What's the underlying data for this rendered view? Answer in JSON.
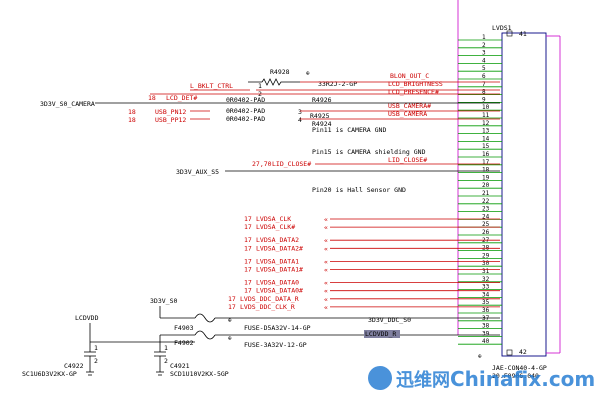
{
  "connector": {
    "ref": "LVDS1",
    "pin_top": "41",
    "pin_bottom": "42",
    "part": "JAE-CON40-4-GP",
    "part2": "20.F0906.040"
  },
  "pins": [
    "1",
    "2",
    "3",
    "4",
    "5",
    "6",
    "7",
    "8",
    "9",
    "10",
    "11",
    "12",
    "13",
    "14",
    "15",
    "16",
    "17",
    "18",
    "19",
    "20",
    "21",
    "22",
    "23",
    "24",
    "25",
    "26",
    "27",
    "28",
    "29",
    "30",
    "31",
    "32",
    "33",
    "34",
    "35",
    "36",
    "37",
    "38",
    "39",
    "40"
  ],
  "top_nets": {
    "r4928": "R4928",
    "r4928_val": "33R2J-2-GP",
    "lbklt": "L_BKLT_CTRL",
    "ref18a": "18",
    "lcd_det": "LCD_DET#",
    "pad1": "0R0402-PAD",
    "r4926": "R4926",
    "camera_net": "3D3V_S0_CAMERA",
    "ref18b": "18",
    "usb_pn12": "USB_PN12",
    "ref18c": "18",
    "usb_pp12": "USB_PP12",
    "pad2": "0R0402-PAD",
    "r4925": "R4925",
    "pad3": "0R0402-PAD",
    "r4924": "R4924",
    "blon": "BLON_OUT_C",
    "lcd_brightness": "LCD_BRIGHTNESS",
    "lcd_presence": "LCD_PRESENCE#",
    "usb_camera_n": "USB_CAMERA#",
    "usb_camera": "USB_CAMERA",
    "n1": "1",
    "n2": "2",
    "n3": "3",
    "n4": "4"
  },
  "notes": {
    "pin11": "Pin11 is CAMERA GND",
    "pin15": "Pin15 is CAMERA shielding GND",
    "pin20": "Pin20 is Hall Sensor GND"
  },
  "lid": {
    "aux": "3D3V_AUX_S5",
    "ref": "27,70",
    "net_left": "LID_CLOSE#",
    "net_right": "LID_CLOSE#"
  },
  "lvds": [
    {
      "ref": "17",
      "label": "LVDSA_CLK"
    },
    {
      "ref": "17",
      "label": "LVDSA_CLK#"
    },
    {
      "ref": "17",
      "label": "LVDSA_DATA2"
    },
    {
      "ref": "17",
      "label": "LVDSA_DATA2#"
    },
    {
      "ref": "17",
      "label": "LVDSA_DATA1"
    },
    {
      "ref": "17",
      "label": "LVDSA_DATA1#"
    },
    {
      "ref": "17",
      "label": "LVDSA_DATA0"
    },
    {
      "ref": "17",
      "label": "LVDSA_DATA0#"
    },
    {
      "ref": "17",
      "label": "LVDS_DDC_DATA_R"
    },
    {
      "ref": "17",
      "label": "LVDS_DDC_CLK_R"
    }
  ],
  "power": {
    "v3d3_s0": "3D3V_S0",
    "f4903": "F4903",
    "fuse1": "FUSE-D5A32V-14-GP",
    "ddc_s0": "3D3V_DDC_S0",
    "f4902": "F4902",
    "fuse2": "FUSE-3A32V-12-GP",
    "lcdvdd_right": "LCDVDD_R",
    "lcdvdd": "LCDVDD",
    "c4922": "C4922",
    "c4922_val": "SC1U6D3V2KX-GP",
    "c4921": "C4921",
    "c4921_val": "SCD1U10V2KX-5GP",
    "c1": "1",
    "c2": "2",
    "c3": "1",
    "c4": "2"
  },
  "watermark": {
    "cn": "迅维网",
    "en": "Chinafix.com"
  }
}
